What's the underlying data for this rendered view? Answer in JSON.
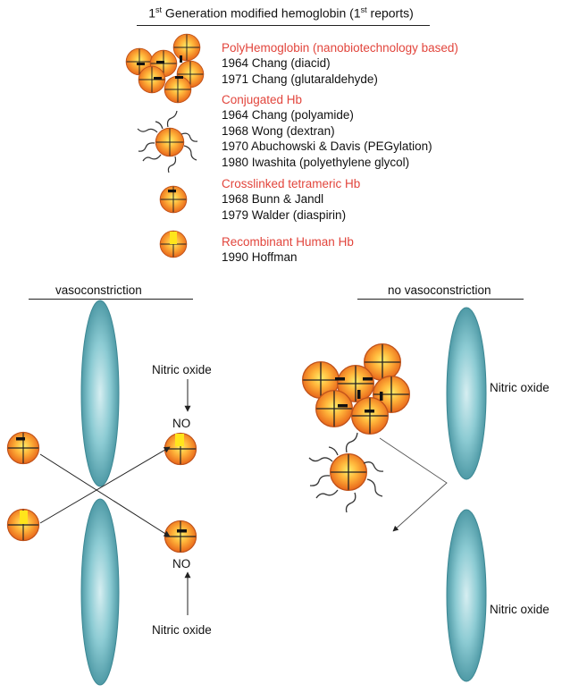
{
  "title": {
    "prefix": "1",
    "sup1": "st",
    "middle": " Generation modified hemoglobin (1",
    "sup2": "st",
    "suffix": " reports)"
  },
  "entries": [
    {
      "heading": "PolyHemoglobin (nanobiotechnology based)",
      "lines": [
        "1964 Chang (diacid)",
        "1971 Chang (glutaraldehyde)"
      ]
    },
    {
      "heading": "Conjugated Hb",
      "lines": [
        "1964 Chang (polyamide)",
        "1968 Wong (dextran)",
        "1970 Abuchowski & Davis (PEGylation)",
        "1980 Iwashita (polyethylene glycol)"
      ]
    },
    {
      "heading": "Crosslinked tetrameric Hb",
      "lines": [
        "1968 Bunn & Jandl",
        "1979 Walder (diaspirin)"
      ]
    },
    {
      "heading": "Recombinant Human Hb",
      "lines": [
        "1990 Hoffman"
      ]
    }
  ],
  "left_panel": {
    "heading": "vasoconstriction",
    "nitric_oxide_top": "Nitric oxide",
    "nitric_oxide_bottom": "Nitric oxide",
    "no_top": "NO",
    "no_bottom": "NO"
  },
  "right_panel": {
    "heading": "no vasoconstriction",
    "nitric_oxide_top": "Nitric oxide",
    "nitric_oxide_bottom": "Nitric oxide"
  },
  "colors": {
    "heading_red": "#e2453c",
    "molecule_orange": "#f07a1c",
    "molecule_yellow": "#ffe34a",
    "vessel_teal": "#7fc3cc"
  }
}
